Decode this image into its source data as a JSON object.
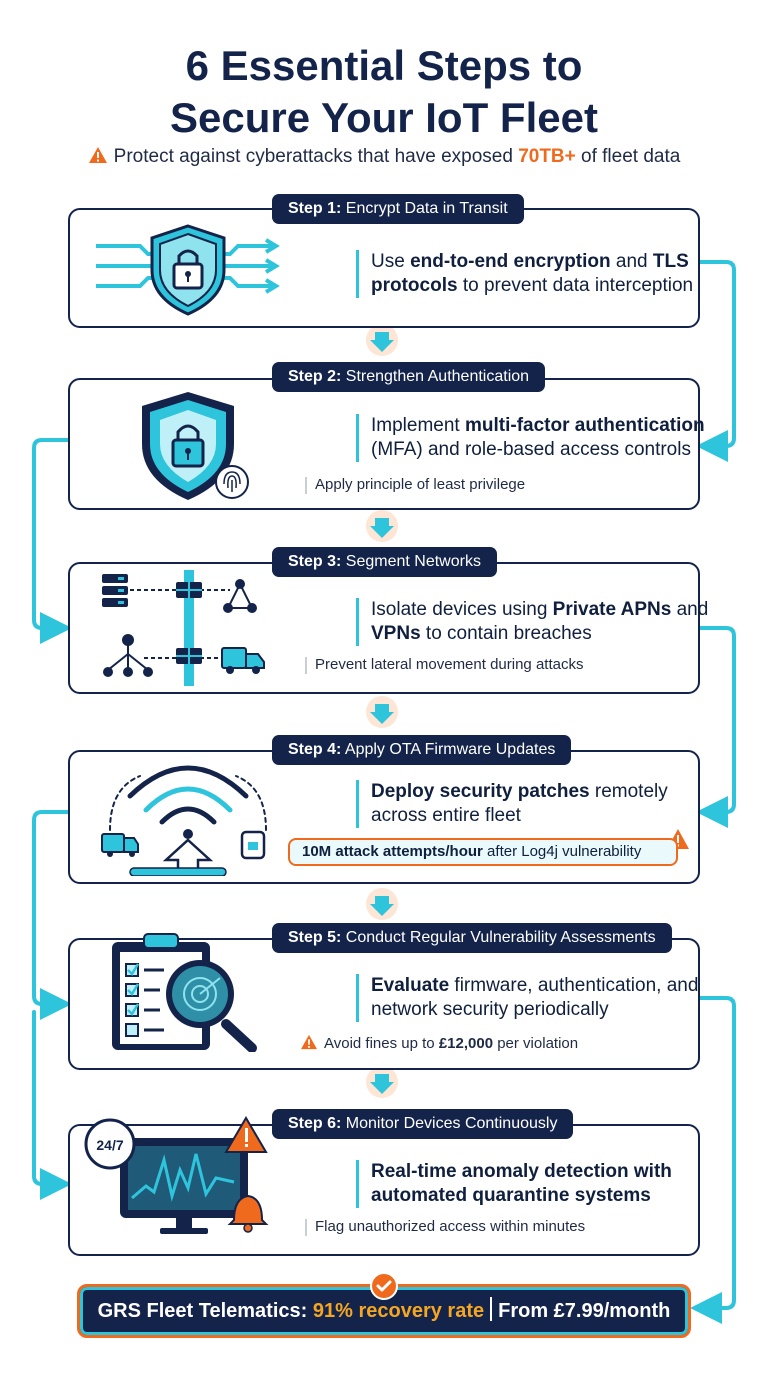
{
  "header": {
    "title_line1": "6 Essential Steps to",
    "title_line2": "Secure Your IoT Fleet",
    "subtitle_pre": "Protect against cyberattacks that have exposed ",
    "subtitle_highlight": "70TB+",
    "subtitle_post": " of fleet data",
    "warning_icon": "warning-triangle-icon"
  },
  "steps": [
    {
      "badge_num": "Step 1:",
      "badge_text": " Encrypt Data in Transit",
      "icon": "shield-lock-data-icon",
      "body": [
        {
          "t": "Use "
        },
        {
          "t": "end-to-end encryption",
          "b": true
        },
        {
          "t": " and "
        },
        {
          "t": "TLS protocols",
          "b": true
        },
        {
          "t": " to prevent data interception"
        }
      ]
    },
    {
      "badge_num": "Step 2:",
      "badge_text": " Strengthen Authentication",
      "icon": "shield-fingerprint-icon",
      "body": [
        {
          "t": "Implement "
        },
        {
          "t": "multi-factor authentication",
          "b": true
        },
        {
          "t": " (MFA) and role-based access controls"
        }
      ],
      "sub": "Apply principle of least privilege"
    },
    {
      "badge_num": "Step 3:",
      "badge_text": " Segment Networks",
      "icon": "network-segmentation-icon",
      "body": [
        {
          "t": "Isolate devices using "
        },
        {
          "t": "Private APNs",
          "b": true
        },
        {
          "t": " and "
        },
        {
          "t": "VPNs",
          "b": true
        },
        {
          "t": " to contain breaches"
        }
      ],
      "sub": "Prevent lateral movement during attacks"
    },
    {
      "badge_num": "Step 4:",
      "badge_text": " Apply OTA Firmware Updates",
      "icon": "wireless-update-icon",
      "body": [
        {
          "t": "Deploy security patches",
          "b": true
        },
        {
          "t": " remotely across entire fleet"
        }
      ],
      "alert_bold": "10M attack attempts/hour",
      "alert_rest": " after Log4j vulnerability"
    },
    {
      "badge_num": "Step 5:",
      "badge_text": " Conduct Regular Vulnerability Assessments",
      "icon": "clipboard-magnifier-icon",
      "body": [
        {
          "t": "Evaluate",
          "b": true
        },
        {
          "t": " firmware, authentication, and network security periodically"
        }
      ],
      "fine_pre": "Avoid fines up to ",
      "fine_bold": "£12,000",
      "fine_post": " per violation"
    },
    {
      "badge_num": "Step 6:",
      "badge_text": " Monitor Devices Continuously",
      "icon": "monitor-alert-icon",
      "clock_text": "24/7",
      "body": [
        {
          "t": "Real-time anomaly detection with automated quarantine systems",
          "b": true
        }
      ],
      "sub": "Flag unauthorized access within minutes"
    }
  ],
  "footer": {
    "brand": "GRS Fleet Telematics: ",
    "highlight": "91% recovery rate",
    "price": "From £7.99/month",
    "check_icon": "check-badge-icon"
  },
  "colors": {
    "navy": "#13234a",
    "cyan": "#2ec4dc",
    "orange": "#f06a1e",
    "gold": "#f5a623"
  }
}
